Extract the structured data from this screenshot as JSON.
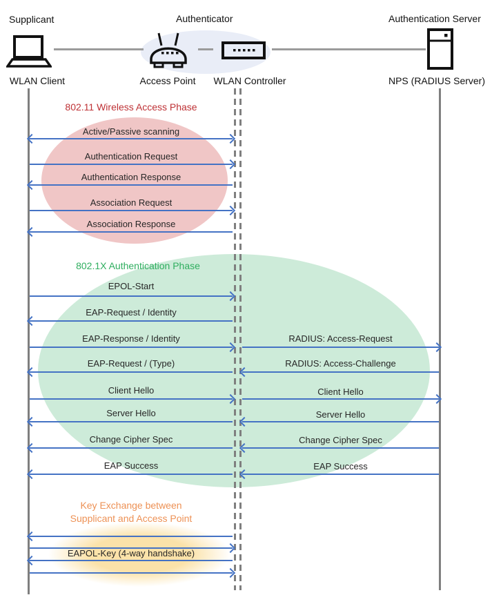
{
  "header": {
    "roles": {
      "supplicant": "Supplicant",
      "authenticator": "Authenticator",
      "auth_server": "Authentication Server"
    },
    "nodes": {
      "wlan_client": "WLAN Client",
      "access_point": "Access Point",
      "wlan_controller": "WLAN Controller",
      "nps": "NPS (RADIUS Server)"
    },
    "icons": [
      "laptop-icon",
      "access-point-icon",
      "wlan-controller-icon",
      "server-icon"
    ]
  },
  "phases": {
    "phase1_title": "802.11 Wireless Access Phase",
    "phase2_title": "802.1X Authentication Phase",
    "phase3_title_line1": "Key Exchange between",
    "phase3_title_line2": "Supplicant and Access Point"
  },
  "messages": {
    "scanning": "Active/Passive scanning",
    "auth_request": "Authentication Request",
    "auth_response": "Authentication Response",
    "assoc_request": "Association Request",
    "assoc_response": "Association Response",
    "epol_start": "EPOL-Start",
    "eap_request_identity": "EAP-Request / Identity",
    "eap_response_identity": "EAP-Response / Identity",
    "eap_request_type": "EAP-Request / (Type)",
    "client_hello_left": "Client Hello",
    "server_hello_left": "Server Hello",
    "change_cipher_left": "Change Cipher Spec",
    "eap_success_left": "EAP Success",
    "radius_access_request": "RADIUS: Access-Request",
    "radius_access_challenge": "RADIUS: Access-Challenge",
    "client_hello_right": "Client Hello",
    "server_hello_right": "Server Hello",
    "change_cipher_right": "Change Cipher Spec",
    "eap_success_right": "EAP Success",
    "eapol_key": "EAPOL-Key (4-way handshake)"
  },
  "colors": {
    "arrow": "#4472c4",
    "lifeline": "#7f7f7f",
    "phase1_title": "#be3034",
    "phase2_title": "#2fae5f",
    "phase3_title": "#ed9155",
    "phase1_fill": "#f0c6c6",
    "phase2_fill": "#cdebd9",
    "phase3_fill": "#fbe2a9",
    "authenticator_fill": "#e9edf7"
  }
}
